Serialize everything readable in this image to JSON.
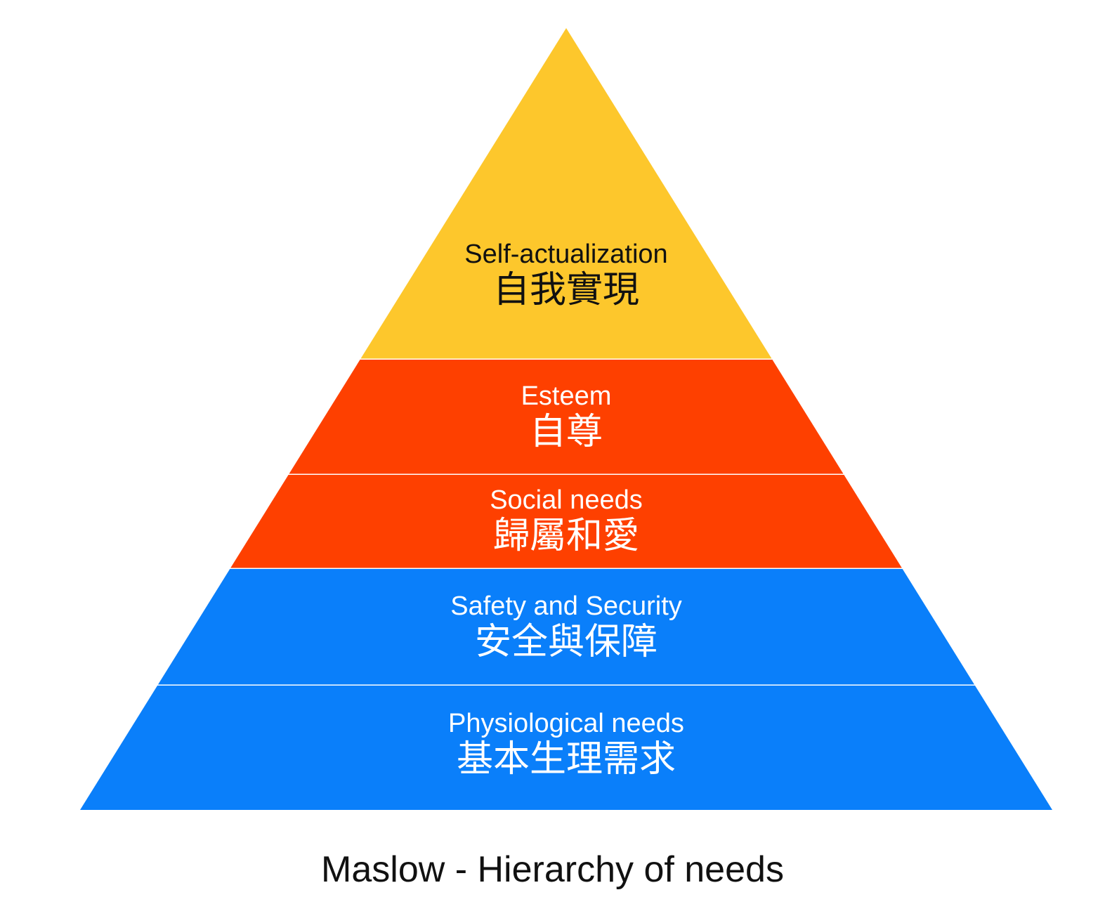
{
  "diagram": {
    "type": "pyramid",
    "caption": "Maslow - Hierarchy of needs",
    "levels": [
      {
        "en": "Self-actualization",
        "zh": "自我實現",
        "color": "#FDC72C",
        "text_color": "#111111"
      },
      {
        "en": "Esteem",
        "zh": "自尊",
        "color": "#FE4000",
        "text_color": "#ffffff"
      },
      {
        "en": "Social needs",
        "zh": "歸屬和愛",
        "color": "#FE4000",
        "text_color": "#ffffff"
      },
      {
        "en": "Safety and Security",
        "zh": "安全與保障",
        "color": "#0A7FFA",
        "text_color": "#ffffff"
      },
      {
        "en": "Physiological needs",
        "zh": "基本生理需求",
        "color": "#0A7FFA",
        "text_color": "#ffffff"
      }
    ],
    "divider_color": "#ffffff"
  }
}
